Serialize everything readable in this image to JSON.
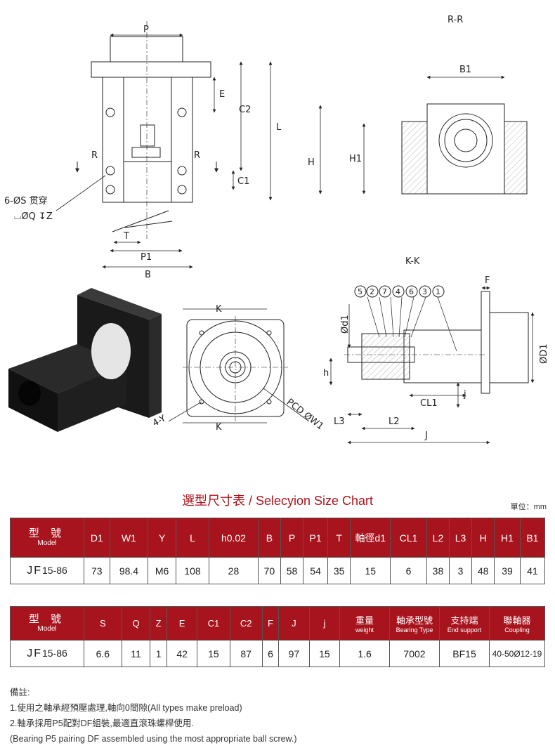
{
  "drawing_labels": {
    "front": {
      "P": "P",
      "E": "E",
      "C2": "C2",
      "L": "L",
      "C1": "C1",
      "R_left": "R",
      "R_right": "R",
      "hole_note": "6-ØS 贯穿",
      "hole_note2": "⌴ØQ ↧Z",
      "T": "T",
      "P1": "P1",
      "B": "B"
    },
    "section_rr": {
      "title": "R-R",
      "B1": "B1",
      "H": "H",
      "H1": "H1"
    },
    "end_view": {
      "K_top": "K",
      "K_bottom": "K",
      "Y": "4-Y",
      "PCD": "PCD ØW1"
    },
    "section_kk": {
      "title": "K-K",
      "balloons": [
        "5",
        "2",
        "7",
        "4",
        "6",
        "3",
        "1"
      ],
      "F": "F",
      "d1": "Ød1",
      "D1": "ØD1",
      "h": "h",
      "j": "j",
      "CL1": "CL1",
      "L3": "L3",
      "L2": "L2",
      "J": "J"
    }
  },
  "heading": "選型尺寸表 / Selecyion Size Chart",
  "unit": "單位：mm",
  "table1": {
    "model_header": {
      "zh": "型  號",
      "en": "Model"
    },
    "headers": [
      "D1",
      "W1",
      "Y",
      "L",
      "h0.02",
      "B",
      "P",
      "P1",
      "T",
      "軸徑d1",
      "CL1",
      "L2",
      "L3",
      "H",
      "H1",
      "B1"
    ],
    "model_prefix": "JF",
    "model_suffix": "15-86",
    "values": [
      "73",
      "98.4",
      "M6",
      "108",
      "28",
      "70",
      "58",
      "54",
      "35",
      "15",
      "6",
      "38",
      "3",
      "48",
      "39",
      "41"
    ]
  },
  "table2": {
    "model_header": {
      "zh": "型  號",
      "en": "Model"
    },
    "headers": [
      {
        "zh": "S",
        "en": ""
      },
      {
        "zh": "Q",
        "en": ""
      },
      {
        "zh": "Z",
        "en": ""
      },
      {
        "zh": "E",
        "en": ""
      },
      {
        "zh": "C1",
        "en": ""
      },
      {
        "zh": "C2",
        "en": ""
      },
      {
        "zh": "F",
        "en": ""
      },
      {
        "zh": "J",
        "en": ""
      },
      {
        "zh": "j",
        "en": ""
      },
      {
        "zh": "重量",
        "en": "weight"
      },
      {
        "zh": "軸承型號",
        "en": "Bearing Type"
      },
      {
        "zh": "支持端",
        "en": "End support"
      },
      {
        "zh": "聯軸器",
        "en": "Coupling"
      }
    ],
    "model_prefix": "JF",
    "model_suffix": "15-86",
    "values": [
      "6.6",
      "11",
      "1",
      "42",
      "15",
      "87",
      "6",
      "97",
      "15",
      "1.6",
      "7002",
      "BF15",
      "40-50Ø12-19"
    ]
  },
  "notes": {
    "title": "備註:",
    "line1": "1.使用之軸承經預壓處理,軸向0間隙(All types make preload)",
    "line2": "2.軸承採用P5配對DF組裝,最適直滾珠螺桿使用.",
    "line3": "(Bearing P5 pairing DF assembled using the most appropriate ball screw.)"
  },
  "colors": {
    "header_bg": "#a8141e",
    "title": "#b0121b"
  }
}
